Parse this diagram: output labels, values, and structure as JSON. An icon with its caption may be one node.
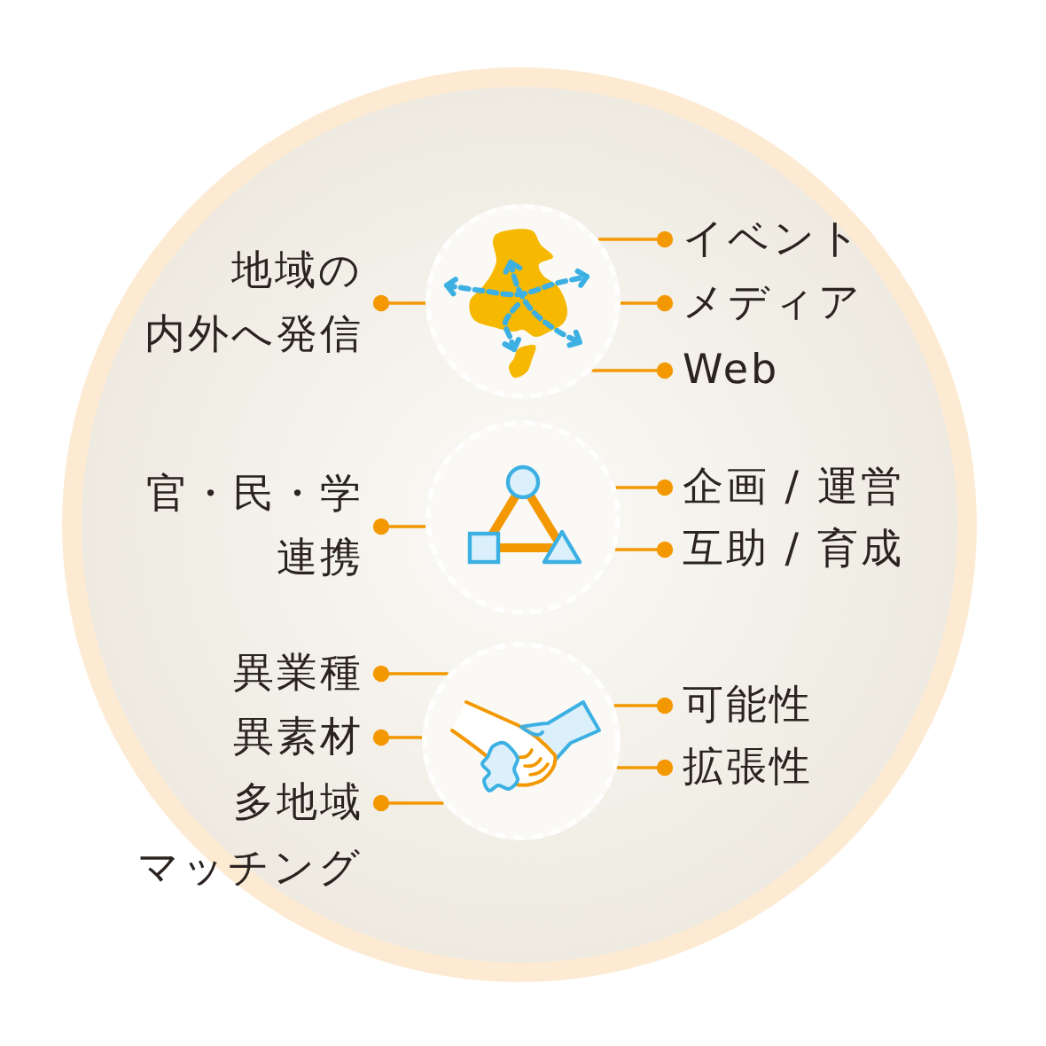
{
  "diagram": {
    "nodes": [
      {
        "text": [
          "地域の内外へ発信"
        ]
      },
      {
        "text": [],
        "shape": "circle"
      },
      {
        "text": [
          "イベント"
        ]
      },
      {
        "text": [
          "メディア"
        ]
      },
      {
        "text": [
          "Web"
        ]
      },
      {
        "text": [
          "官・民・学連携"
        ]
      },
      {
        "text": [],
        "shape": "circle"
      },
      {
        "text": [
          "企画 / 運営"
        ]
      },
      {
        "text": [
          "互助 / 育成"
        ]
      },
      {
        "text": [
          "異業種"
        ]
      },
      {
        "text": [
          "異素材"
        ]
      },
      {
        "text": [
          "多地域"
        ]
      },
      {
        "text": [],
        "shape": "circle"
      },
      {
        "text": [
          "可能性"
        ]
      },
      {
        "text": [
          "拡張性"
        ]
      }
    ],
    "edges": [
      {
        "from": 1,
        "to": 0,
        "arrow": "other"
      },
      {
        "from": 1,
        "to": 2,
        "arrow": "other"
      },
      {
        "from": 1,
        "to": 3,
        "arrow": "other"
      },
      {
        "from": 1,
        "to": 4,
        "arrow": "other"
      },
      {
        "from": 6,
        "to": 5,
        "arrow": "other"
      },
      {
        "from": 6,
        "to": 7,
        "arrow": "other"
      },
      {
        "from": 6,
        "to": 8,
        "arrow": "other"
      },
      {
        "from": 12,
        "to": 9,
        "arrow": "other"
      },
      {
        "from": 12,
        "to": 10,
        "arrow": "other"
      },
      {
        "from": 12,
        "to": 11,
        "arrow": "other"
      },
      {
        "from": 12,
        "to": 13,
        "arrow": "other"
      },
      {
        "from": 12,
        "to": 14,
        "arrow": "other"
      }
    ],
    "labels": [
      "マッチング"
    ]
  }
}
